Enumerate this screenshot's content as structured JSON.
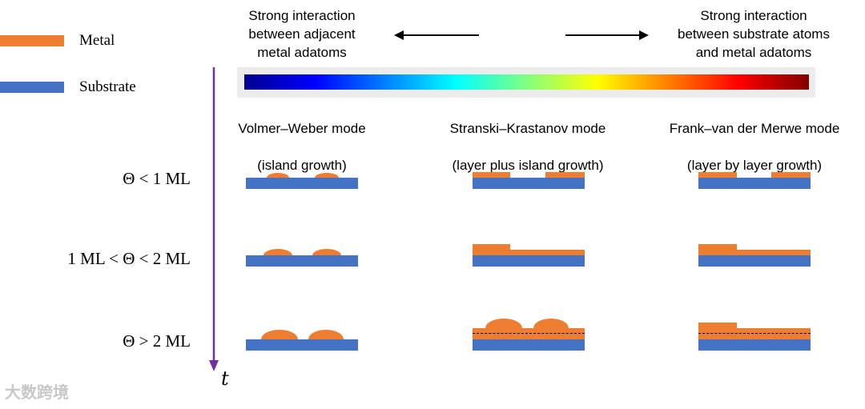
{
  "legend": {
    "metal": "Metal",
    "substrate": "Substrate"
  },
  "colors": {
    "metal": "#ed7d31",
    "substrate": "#4472c4",
    "time_arrow": "#7030a0"
  },
  "interaction": {
    "left": "Strong interaction\nbetween adjacent\nmetal adatoms",
    "right": "Strong interaction\nbetween substrate atoms\nand metal adatoms"
  },
  "modes": [
    {
      "name": "Volmer–Weber mode",
      "subtitle": "(island growth)"
    },
    {
      "name": "Stranski–Krastanov mode",
      "subtitle": "(layer plus island growth)"
    },
    {
      "name": "Frank–van der Merwe mode",
      "subtitle": "(layer by layer growth)"
    }
  ],
  "coverages": [
    "Θ < 1 ML",
    "1 ML < Θ < 2 ML",
    "Θ > 2 ML"
  ],
  "time_label": "t",
  "watermark": "大数跨境"
}
